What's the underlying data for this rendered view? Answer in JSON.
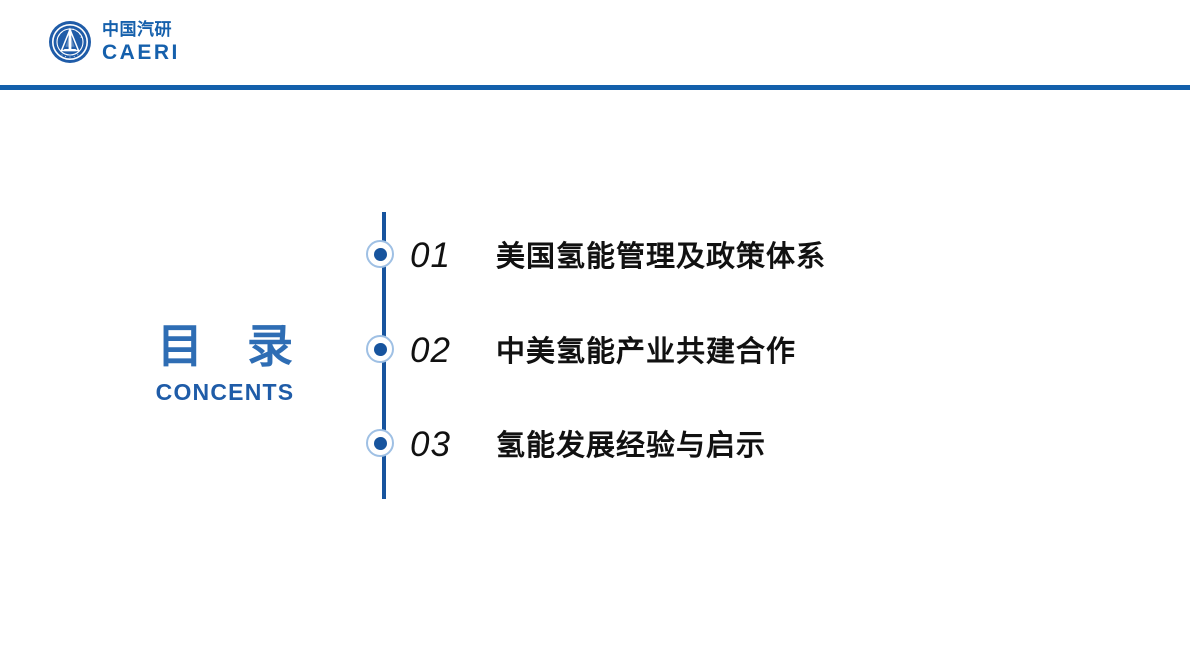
{
  "header": {
    "logo": {
      "emblem_icon": "caeri-emblem-icon",
      "name_cn": "中国汽研",
      "name_en": "CAERI"
    },
    "rule_color": "#1360ab"
  },
  "toc": {
    "title_cn": "目 录",
    "title_en": "CONCENTS",
    "title_color": "#2e6db4",
    "timeline_color": "#17549e",
    "items": [
      {
        "number": "01",
        "label": "美国氢能管理及政策体系",
        "marker_icon": "timeline-dot-icon"
      },
      {
        "number": "02",
        "label": "中美氢能产业共建合作",
        "marker_icon": "timeline-dot-icon"
      },
      {
        "number": "03",
        "label": "氢能发展经验与启示",
        "marker_icon": "timeline-dot-icon"
      }
    ]
  }
}
